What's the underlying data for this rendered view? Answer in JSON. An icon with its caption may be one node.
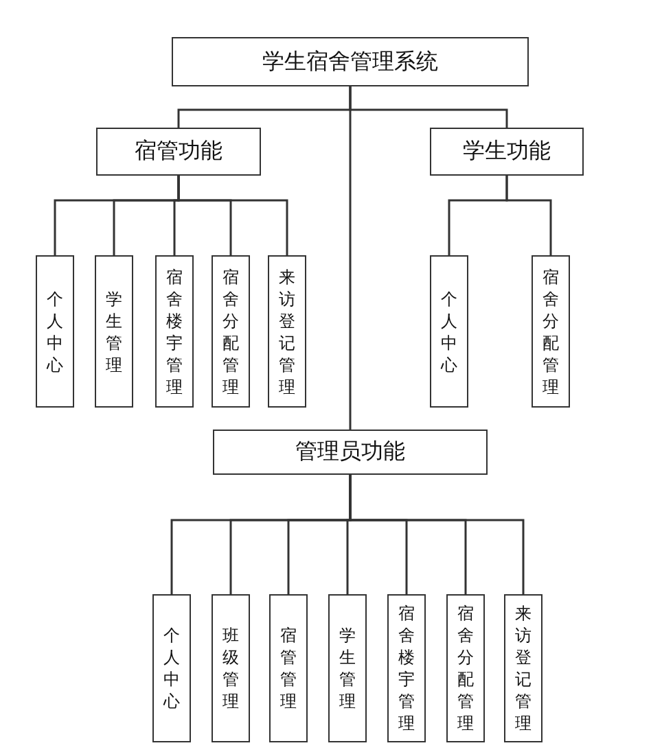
{
  "diagram": {
    "nodes": [
      {
        "text": [
          "学生宿舍管理系统"
        ]
      },
      {
        "text": [
          "宿管功能"
        ]
      },
      {
        "text": [
          "个人中心"
        ]
      },
      {
        "text": [
          "学生管理"
        ]
      },
      {
        "text": [
          "宿舍楼宇管理"
        ]
      },
      {
        "text": [
          "宿舍分配管理"
        ]
      },
      {
        "text": [
          "来访登记管理"
        ]
      },
      {
        "text": [
          "学生功能"
        ]
      },
      {
        "text": [
          "个人中心"
        ]
      },
      {
        "text": [
          "宿舍分配管理"
        ]
      },
      {
        "text": [
          "管理员功能"
        ]
      },
      {
        "text": [
          "个人中心"
        ]
      },
      {
        "text": [
          "班级管理"
        ]
      },
      {
        "text": [
          "宿管管理"
        ]
      },
      {
        "text": [
          "学生管理"
        ]
      },
      {
        "text": [
          "宿舍楼宇管理"
        ]
      },
      {
        "text": [
          "宿舍分配管理"
        ]
      },
      {
        "text": [
          "来访登记管理"
        ]
      }
    ],
    "edges": [
      {
        "from": 0,
        "to": 1,
        "arrow": "none"
      },
      {
        "from": 0,
        "to": 7,
        "arrow": "none"
      },
      {
        "from": 0,
        "to": 10,
        "arrow": "none"
      },
      {
        "from": 1,
        "to": 2,
        "arrow": "none"
      },
      {
        "from": 1,
        "to": 3,
        "arrow": "none"
      },
      {
        "from": 1,
        "to": 4,
        "arrow": "none"
      },
      {
        "from": 1,
        "to": 5,
        "arrow": "none"
      },
      {
        "from": 1,
        "to": 6,
        "arrow": "none"
      },
      {
        "from": 7,
        "to": 8,
        "arrow": "none"
      },
      {
        "from": 7,
        "to": 9,
        "arrow": "none"
      },
      {
        "from": 10,
        "to": 11,
        "arrow": "none"
      },
      {
        "from": 10,
        "to": 12,
        "arrow": "none"
      },
      {
        "from": 10,
        "to": 13,
        "arrow": "none"
      },
      {
        "from": 10,
        "to": 14,
        "arrow": "none"
      },
      {
        "from": 10,
        "to": 15,
        "arrow": "none"
      },
      {
        "from": 10,
        "to": 16,
        "arrow": "none"
      },
      {
        "from": 10,
        "to": 17,
        "arrow": "none"
      }
    ]
  }
}
